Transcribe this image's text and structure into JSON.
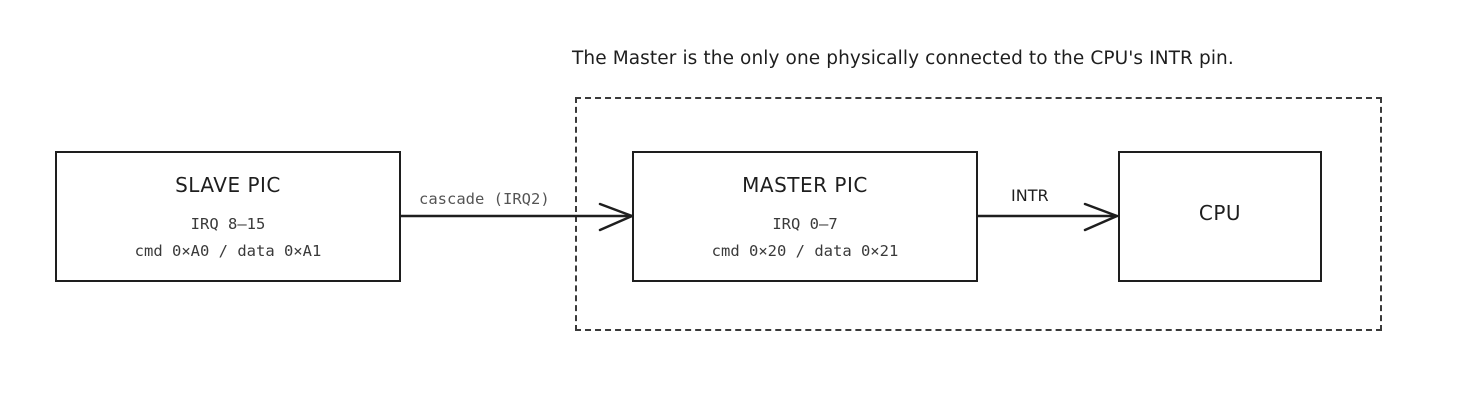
{
  "note": "The Master is the only one physically connected to the CPU's INTR pin.",
  "nodes": {
    "slave": {
      "title": "SLAVE PIC",
      "line1": "IRQ 8–15",
      "line2": "cmd 0×A0 / data 0×A1"
    },
    "master": {
      "title": "MASTER PIC",
      "line1": "IRQ 0–7",
      "line2": "cmd 0×20 / data 0×21"
    },
    "cpu": {
      "title": "CPU"
    }
  },
  "edges": {
    "cascade": {
      "label": "cascade (IRQ2)"
    },
    "intr": {
      "label": "INTR"
    }
  },
  "colors": {
    "stroke": "#1e1e1e",
    "dashed_border": "#3a3a3a",
    "mono_text": "#3a3a3a",
    "edge_label": "#555555",
    "background": "#ffffff"
  }
}
